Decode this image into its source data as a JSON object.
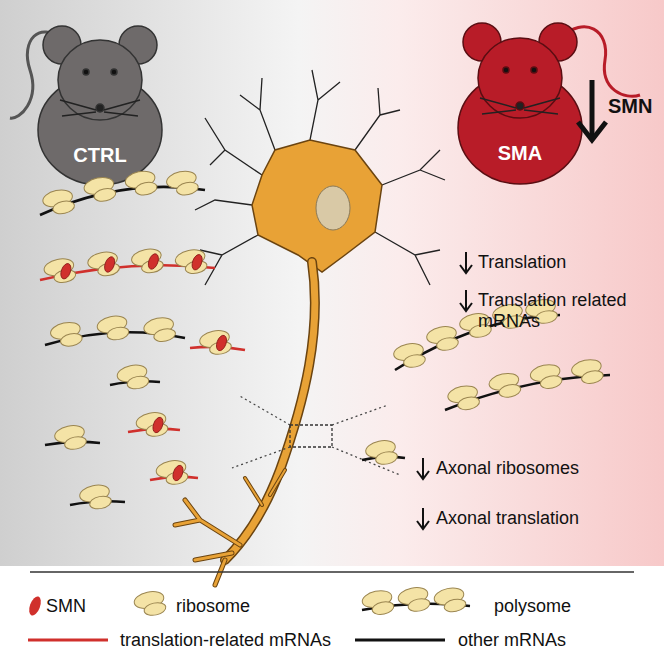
{
  "diagram": {
    "nodes": [
      {
        "text": [
          "CTRL"
        ]
      },
      {
        "text": [
          "SMA"
        ]
      }
    ],
    "labels": [
      "SMN",
      "Translation",
      "Translation related mRNAs",
      "Axonal ribosomes",
      "Axonal translation"
    ],
    "legend": [
      {
        "text": "SMN",
        "color": "#d0302c"
      },
      {
        "text": "ribosome"
      },
      {
        "text": "polysome"
      },
      {
        "text": "translation-related mRNAs"
      },
      {
        "text": "other mRNAs"
      }
    ]
  }
}
